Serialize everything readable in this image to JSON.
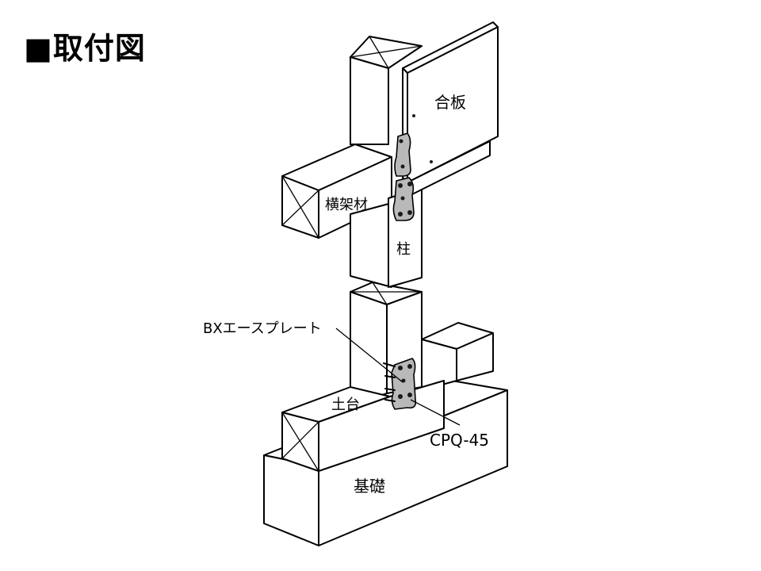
{
  "title": "■取付図",
  "labels": {
    "plywood": "合板",
    "beam": "横架材",
    "column": "柱",
    "plate": "BXエースプレート",
    "sill": "土台",
    "screw": "CPQ-45",
    "foundation": "基礎"
  }
}
